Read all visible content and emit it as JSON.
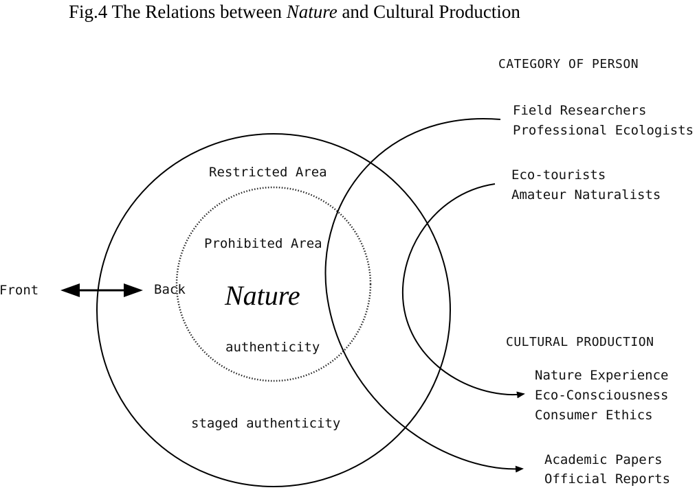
{
  "title": {
    "prefix": "Fig.4  The Relations between ",
    "emphasis": "Nature",
    "suffix": " and Cultural Production"
  },
  "diagram": {
    "center_label": "Nature",
    "labels": {
      "restricted_area": "Restricted Area",
      "prohibited_area": "Prohibited Area",
      "back": "Back",
      "front": "Front",
      "authenticity": "authenticity",
      "staged_authenticity": "staged authenticity"
    },
    "category_of_person": {
      "heading": "CATEGORY OF PERSON",
      "group1": [
        "Field Researchers",
        "Professional Ecologists"
      ],
      "group2": [
        "Eco-tourists",
        "Amateur Naturalists"
      ]
    },
    "cultural_production": {
      "heading": "CULTURAL PRODUCTION",
      "group1": [
        "Nature Experience",
        "Eco-Consciousness",
        "Consumer Ethics"
      ],
      "group2": [
        "Academic Papers",
        "Official Reports"
      ]
    }
  }
}
